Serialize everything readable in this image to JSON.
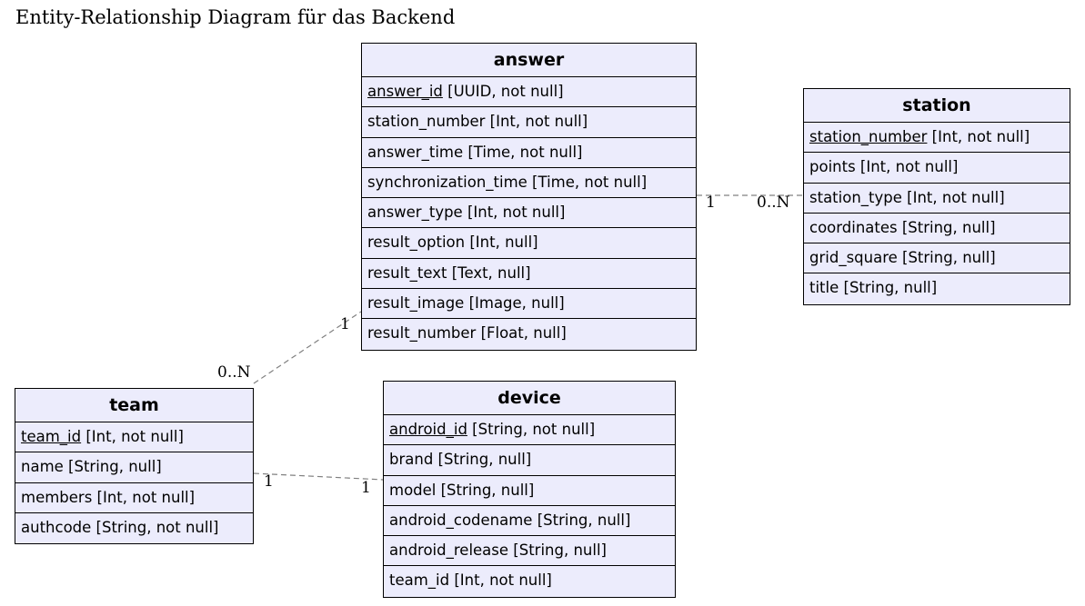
{
  "diagram": {
    "title": "Entity-Relationship Diagram für das Backend",
    "entities": {
      "answer": {
        "name": "answer",
        "attributes": [
          {
            "key": "answer_id",
            "rest": " [UUID, not null]"
          },
          {
            "key": "",
            "rest": "station_number [Int, not null]"
          },
          {
            "key": "",
            "rest": "answer_time [Time, not null]"
          },
          {
            "key": "",
            "rest": "synchronization_time [Time, not null]"
          },
          {
            "key": "",
            "rest": "answer_type [Int, not null]"
          },
          {
            "key": "",
            "rest": "result_option [Int, null]"
          },
          {
            "key": "",
            "rest": "result_text [Text, null]"
          },
          {
            "key": "",
            "rest": "result_image [Image, null]"
          },
          {
            "key": "",
            "rest": "result_number [Float, null]"
          }
        ]
      },
      "station": {
        "name": "station",
        "attributes": [
          {
            "key": "station_number",
            "rest": " [Int, not null]"
          },
          {
            "key": "",
            "rest": "points [Int, not null]"
          },
          {
            "key": "",
            "rest": "station_type [Int, not null]"
          },
          {
            "key": "",
            "rest": "coordinates [String, null]"
          },
          {
            "key": "",
            "rest": "grid_square [String, null]"
          },
          {
            "key": "",
            "rest": "title [String, null]"
          }
        ]
      },
      "team": {
        "name": "team",
        "attributes": [
          {
            "key": "team_id",
            "rest": " [Int, not null]"
          },
          {
            "key": "",
            "rest": "name [String, null]"
          },
          {
            "key": "",
            "rest": "members [Int, not null]"
          },
          {
            "key": "",
            "rest": "authcode [String, not null]"
          }
        ]
      },
      "device": {
        "name": "device",
        "attributes": [
          {
            "key": "android_id",
            "rest": " [String, not null]"
          },
          {
            "key": "",
            "rest": "brand [String, null]"
          },
          {
            "key": "",
            "rest": "model [String, null]"
          },
          {
            "key": "",
            "rest": "android_codename [String, null]"
          },
          {
            "key": "",
            "rest": "android_release [String, null]"
          },
          {
            "key": "",
            "rest": "team_id [Int, not null]"
          }
        ]
      }
    },
    "relationships": [
      {
        "from": "answer",
        "to": "station",
        "from_mult": "1",
        "to_mult": "0..N"
      },
      {
        "from": "answer",
        "to": "team",
        "from_mult": "1",
        "to_mult": "0..N"
      },
      {
        "from": "team",
        "to": "device",
        "from_mult": "1",
        "to_mult": "1"
      }
    ],
    "colors": {
      "entity_fill": "#ececfc",
      "border": "#000000",
      "connector": "#808080"
    }
  }
}
